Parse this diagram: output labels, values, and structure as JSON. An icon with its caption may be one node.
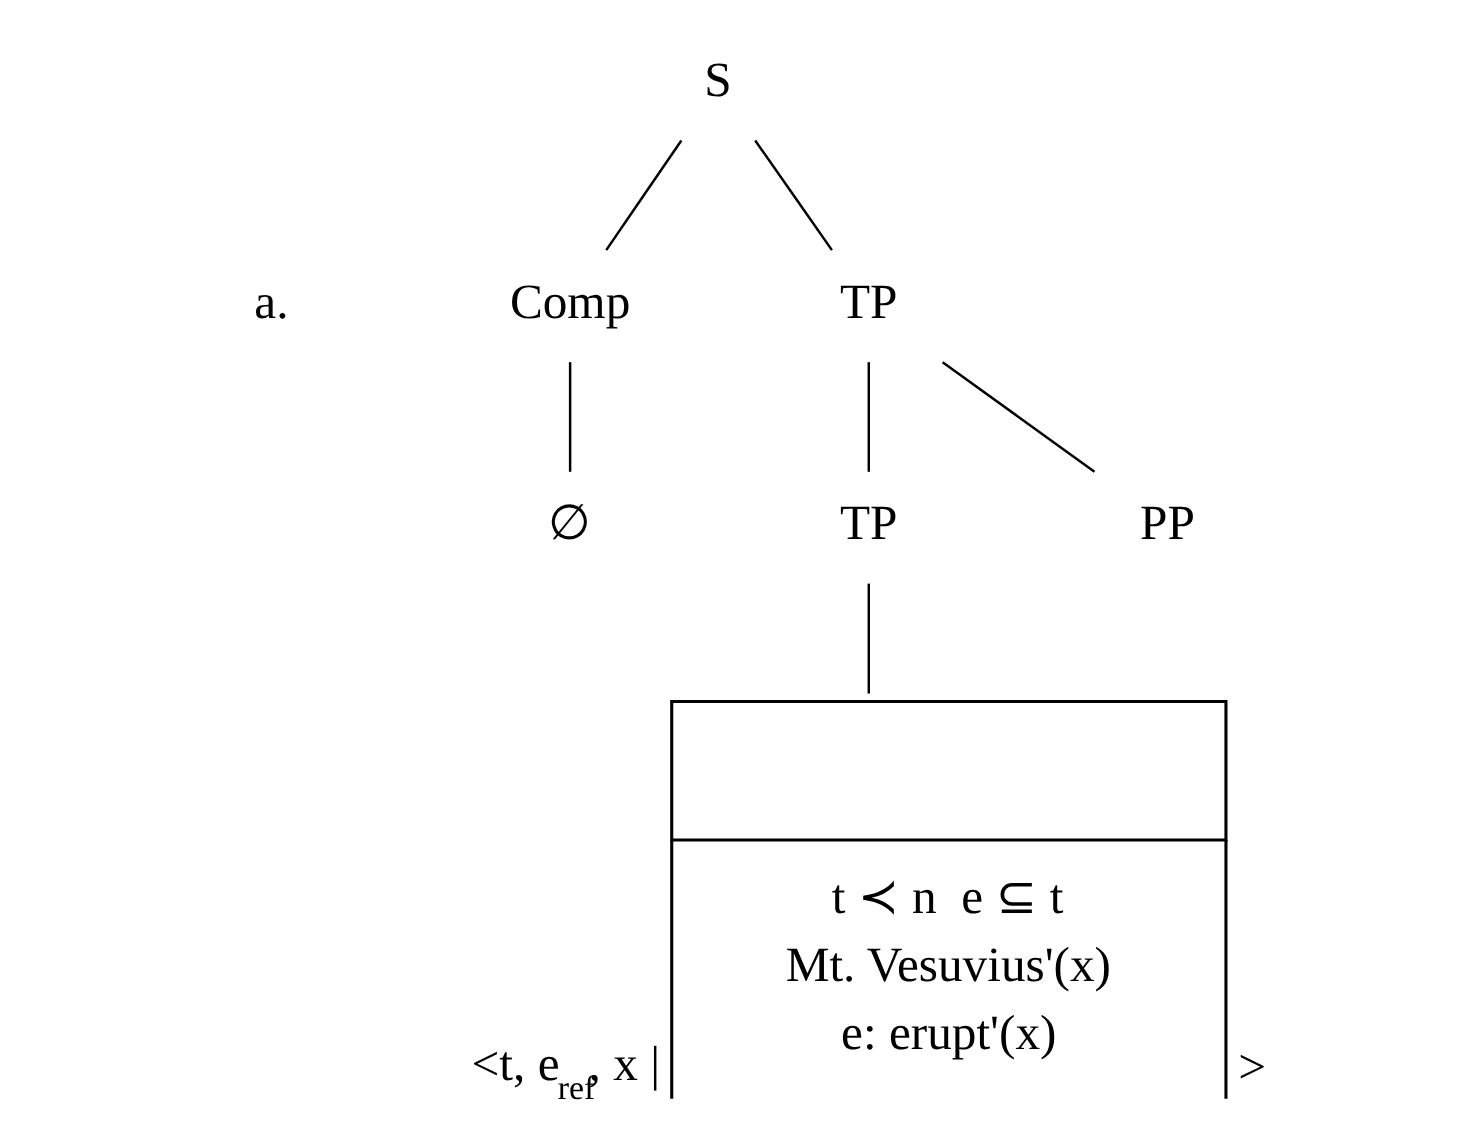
{
  "diagram": {
    "nodes": [
      {
        "text": [
          "S"
        ]
      },
      {
        "text": [
          "Comp"
        ]
      },
      {
        "text": [
          "TP"
        ]
      },
      {
        "text": [
          "∅"
        ]
      },
      {
        "text": [
          "TP"
        ]
      },
      {
        "text": [
          "PP"
        ]
      },
      {
        "text": [
          "t ≺ n  e ⊆ t",
          "Mt. Vesuvius'(x)",
          "e: erupt'(x)"
        ],
        "beside": [
          "<t, e$_{ref}$, x |",
          ">"
        ]
      }
    ],
    "edges": [
      {
        "from": 0,
        "to": 1,
        "arrow": "none"
      },
      {
        "from": 0,
        "to": 2,
        "arrow": "none"
      },
      {
        "from": 1,
        "to": 3,
        "arrow": "none"
      },
      {
        "from": 2,
        "to": 4,
        "arrow": "none"
      },
      {
        "from": 2,
        "to": 5,
        "arrow": "none"
      },
      {
        "from": 4,
        "to": 6,
        "arrow": "none"
      }
    ],
    "labels": [
      "a."
    ]
  }
}
